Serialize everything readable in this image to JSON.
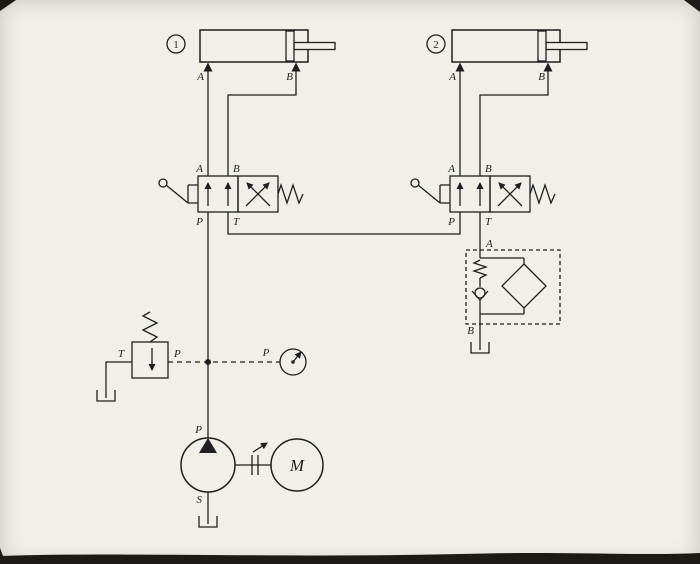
{
  "page": {
    "background": "#f1efe9",
    "ink": "#1f1f1f"
  },
  "cylinders": [
    {
      "number": "1",
      "port_a": "A",
      "port_b": "B"
    },
    {
      "number": "2",
      "port_a": "A",
      "port_b": "B"
    }
  ],
  "valves": [
    {
      "port_a": "A",
      "port_b": "B",
      "port_p": "P",
      "port_t": "T"
    },
    {
      "port_a": "A",
      "port_b": "B",
      "port_p": "P",
      "port_t": "T"
    }
  ],
  "filter_unit": {
    "port_top": "A",
    "port_bottom": "B"
  },
  "relief_valve": {
    "port_t": "T",
    "port_p": "P"
  },
  "pressure_gauge": {
    "label": "P"
  },
  "pump": {
    "port_p": "P",
    "port_s": "S"
  },
  "motor": {
    "label": "M"
  }
}
